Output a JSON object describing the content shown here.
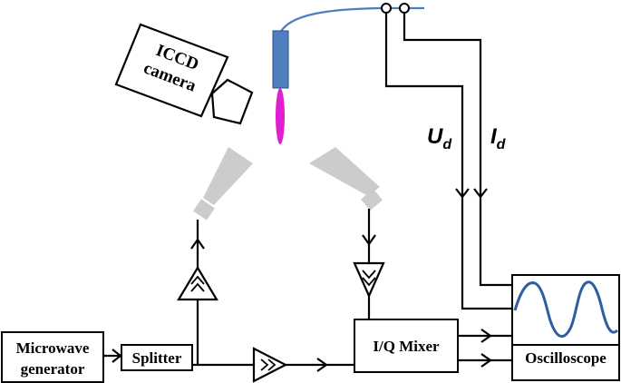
{
  "blocks": {
    "microwave_generator": [
      "Microwave",
      "generator"
    ],
    "splitter": "Splitter",
    "iq_mixer": "I/Q Mixer",
    "oscilloscope": "Oscilloscope",
    "camera": [
      "ICCD",
      "camera"
    ]
  },
  "signals": {
    "voltage": {
      "base": "U",
      "sub": "d"
    },
    "current": {
      "base": "I",
      "sub": "d"
    }
  },
  "colors": {
    "plasma_jet": "#e020d0",
    "electrode": "#4f7fbf",
    "cable": "#4a7fc1",
    "horn": "#cccccc",
    "waveform": "#2d5fa0"
  }
}
